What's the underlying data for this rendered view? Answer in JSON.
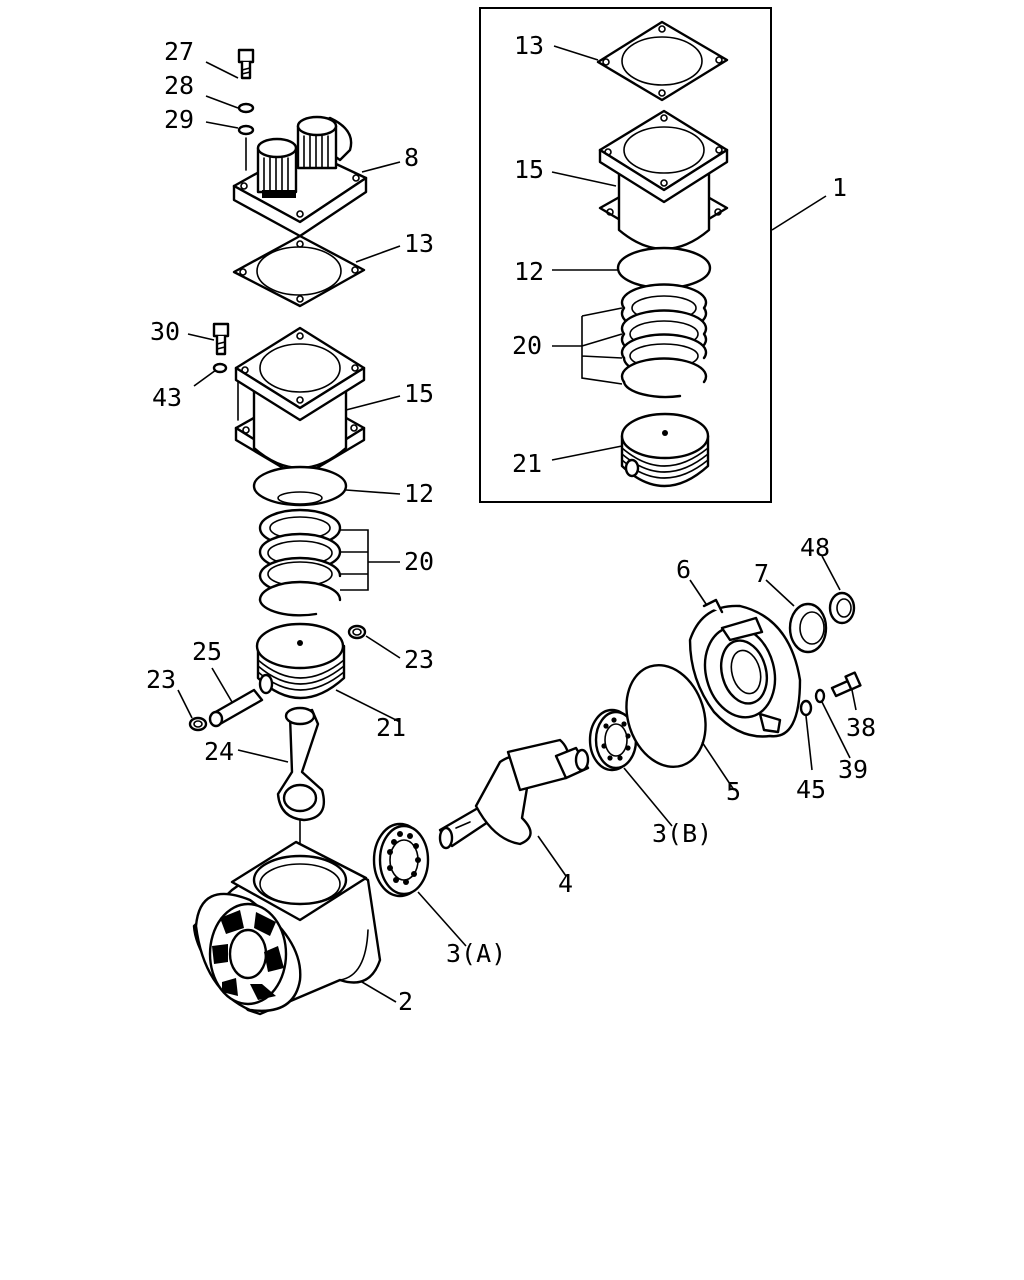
{
  "diagram": {
    "labels": {
      "l27": "27",
      "l28": "28",
      "l29": "29",
      "l8": "8",
      "l13": "13",
      "l30": "30",
      "l43": "43",
      "l15": "15",
      "l12": "12",
      "l20": "20",
      "l23a": "23",
      "l25": "25",
      "l23b": "23",
      "l21": "21",
      "l24": "24",
      "l2": "2",
      "l3a": "3(A)",
      "l4": "4",
      "l3b": "3(B)",
      "l5": "5",
      "l6": "6",
      "l7": "7",
      "l48": "48",
      "l38": "38",
      "l39": "39",
      "l45": "45",
      "k13": "13",
      "k15": "15",
      "k12": "12",
      "k20": "20",
      "k21": "21",
      "k1": "1"
    }
  }
}
